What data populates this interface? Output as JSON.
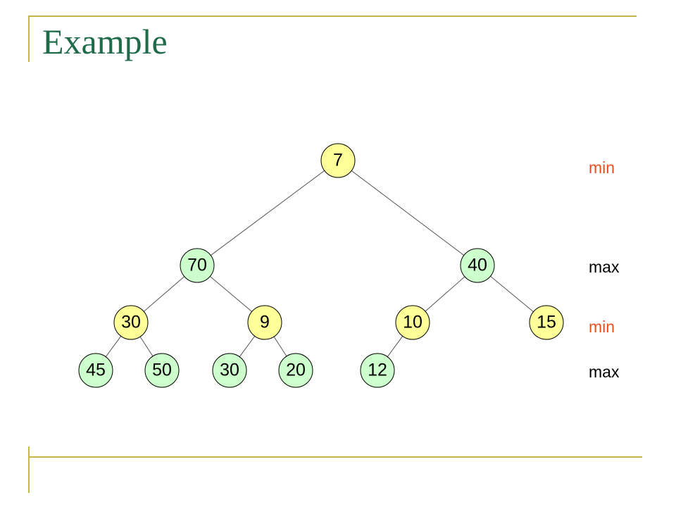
{
  "slide": {
    "title": "Example"
  },
  "colors": {
    "title": "#1f6b4a",
    "rule": "#c8b84a",
    "min_node_fill": "#ffff99",
    "max_node_fill": "#ccffcc",
    "min_label": "#e8501e",
    "max_label": "#000000"
  },
  "tree": {
    "nodes": [
      {
        "id": "n7",
        "value": "7",
        "level": "min"
      },
      {
        "id": "n70",
        "value": "70",
        "level": "max"
      },
      {
        "id": "n40",
        "value": "40",
        "level": "max"
      },
      {
        "id": "n30a",
        "value": "30",
        "level": "min"
      },
      {
        "id": "n9",
        "value": "9",
        "level": "min"
      },
      {
        "id": "n10",
        "value": "10",
        "level": "min"
      },
      {
        "id": "n15",
        "value": "15",
        "level": "min"
      },
      {
        "id": "n45",
        "value": "45",
        "level": "max"
      },
      {
        "id": "n50",
        "value": "50",
        "level": "max"
      },
      {
        "id": "n30b",
        "value": "30",
        "level": "max"
      },
      {
        "id": "n20",
        "value": "20",
        "level": "max"
      },
      {
        "id": "n12",
        "value": "12",
        "level": "max"
      }
    ],
    "edges": [
      {
        "from": "n7",
        "to": "n70"
      },
      {
        "from": "n7",
        "to": "n40"
      },
      {
        "from": "n70",
        "to": "n30a"
      },
      {
        "from": "n70",
        "to": "n9"
      },
      {
        "from": "n40",
        "to": "n10"
      },
      {
        "from": "n40",
        "to": "n15"
      },
      {
        "from": "n30a",
        "to": "n45"
      },
      {
        "from": "n30a",
        "to": "n50"
      },
      {
        "from": "n9",
        "to": "n30b"
      },
      {
        "from": "n9",
        "to": "n20"
      },
      {
        "from": "n10",
        "to": "n12"
      }
    ]
  },
  "level_labels": [
    {
      "text": "min",
      "kind": "min"
    },
    {
      "text": "max",
      "kind": "max"
    },
    {
      "text": "min",
      "kind": "min"
    },
    {
      "text": "max",
      "kind": "max"
    }
  ]
}
